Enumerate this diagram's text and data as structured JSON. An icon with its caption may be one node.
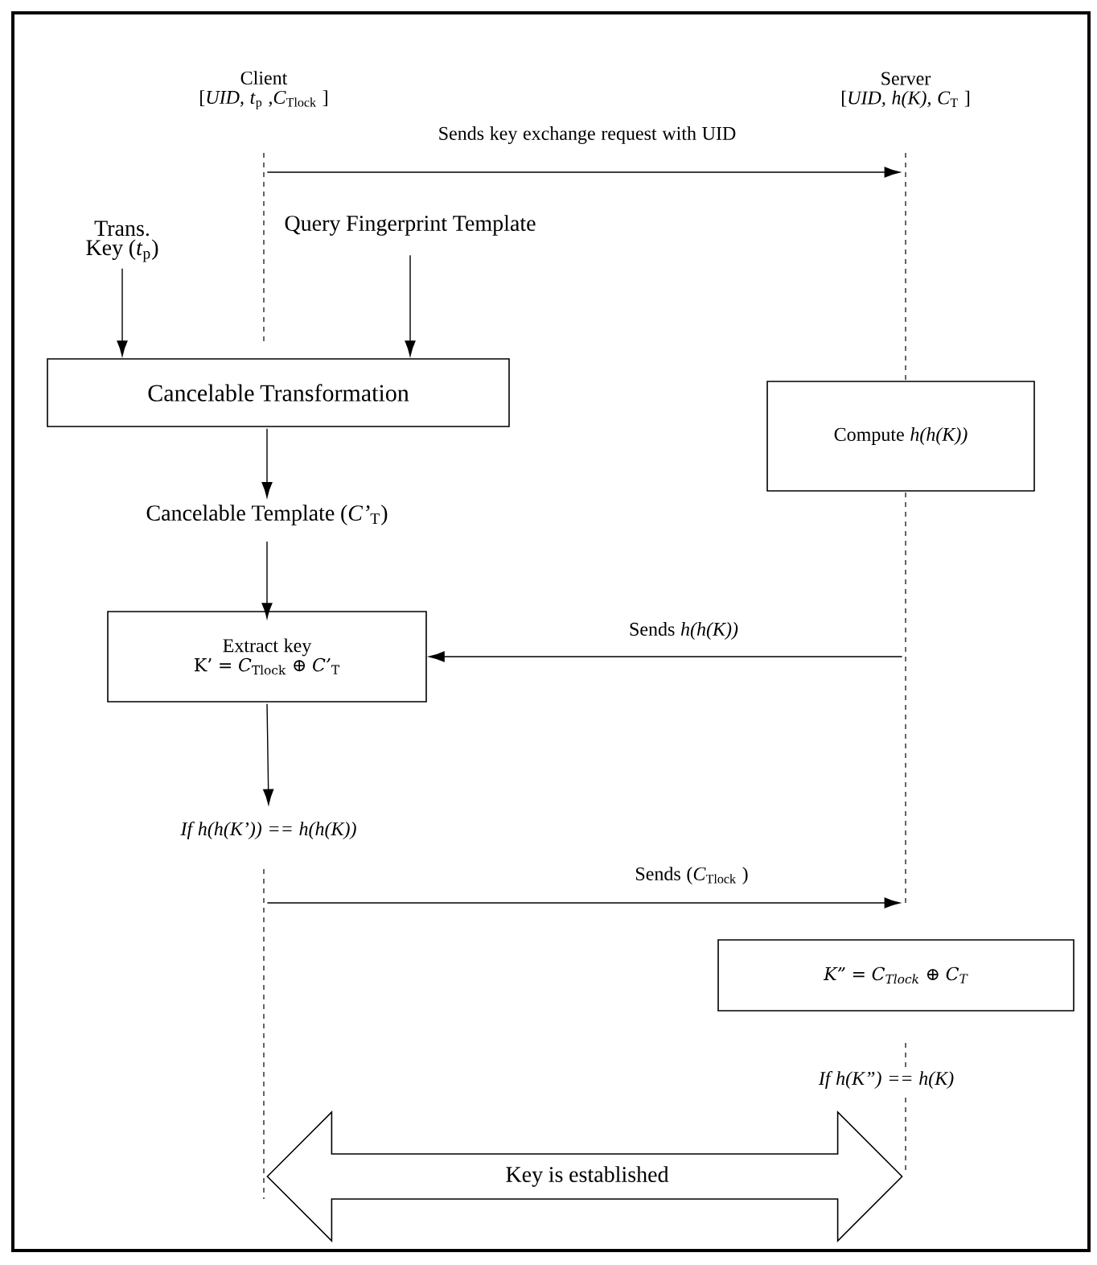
{
  "diagram": {
    "nodes": [
      {
        "text": [
          "Client",
          "[*UID, t*$_{p}$ *,C*$_{Tlock}$ ]"
        ]
      },
      {
        "text": [
          "Server",
          "[*UID, h(K), C*$_{T}$ ]"
        ]
      },
      {
        "text": [
          "Trans. Key (*t*$_{p}$)"
        ]
      },
      {
        "text": [
          "Query Fingerprint Template"
        ]
      },
      {
        "text": [
          "Cancelable Transformation"
        ]
      },
      {
        "text": [
          "Compute *h(h(K))*"
        ]
      },
      {
        "text": [
          "Cancelable Template (*C’*$_{T}$)"
        ]
      },
      {
        "text": [
          "Extract key",
          "K’ = *C*$_{Tlock}$ ⊕ *C’*$_{T}$"
        ]
      },
      {
        "text": [
          "If h(h(K’)) == h(h(K))"
        ]
      },
      {
        "text": [
          "K” = C$_{Tlock}$ ⊕ C$_{T}$"
        ]
      },
      {
        "text": [
          "If h(K”) == h(K)"
        ]
      },
      {
        "text": [],
        "shape": "line"
      },
      {
        "text": [],
        "shape": "line"
      },
      {
        "text": [],
        "shape": "line"
      },
      {
        "text": [],
        "shape": "line"
      },
      {
        "text": [],
        "shape": "line"
      }
    ],
    "edges": [
      {
        "from": 11,
        "to": 13,
        "arrow": "to",
        "label": "Sends key exchange request with UID"
      },
      {
        "from": 2,
        "to": 4,
        "arrow": "to"
      },
      {
        "from": 3,
        "to": 4,
        "arrow": "to"
      },
      {
        "from": 4,
        "to": 6,
        "arrow": "to"
      },
      {
        "from": 6,
        "to": 7,
        "arrow": "to"
      },
      {
        "from": 14,
        "to": 7,
        "arrow": "to",
        "label": "Sends *h(h(K))*"
      },
      {
        "from": 7,
        "to": 8,
        "arrow": "to"
      },
      {
        "from": 12,
        "to": 14,
        "arrow": "to",
        "label": "Sends (*C*$_{Tlock}$ )"
      },
      {
        "from": 12,
        "to": 15,
        "arrow": "both",
        "style": "thick",
        "label": "Key is established"
      }
    ]
  }
}
